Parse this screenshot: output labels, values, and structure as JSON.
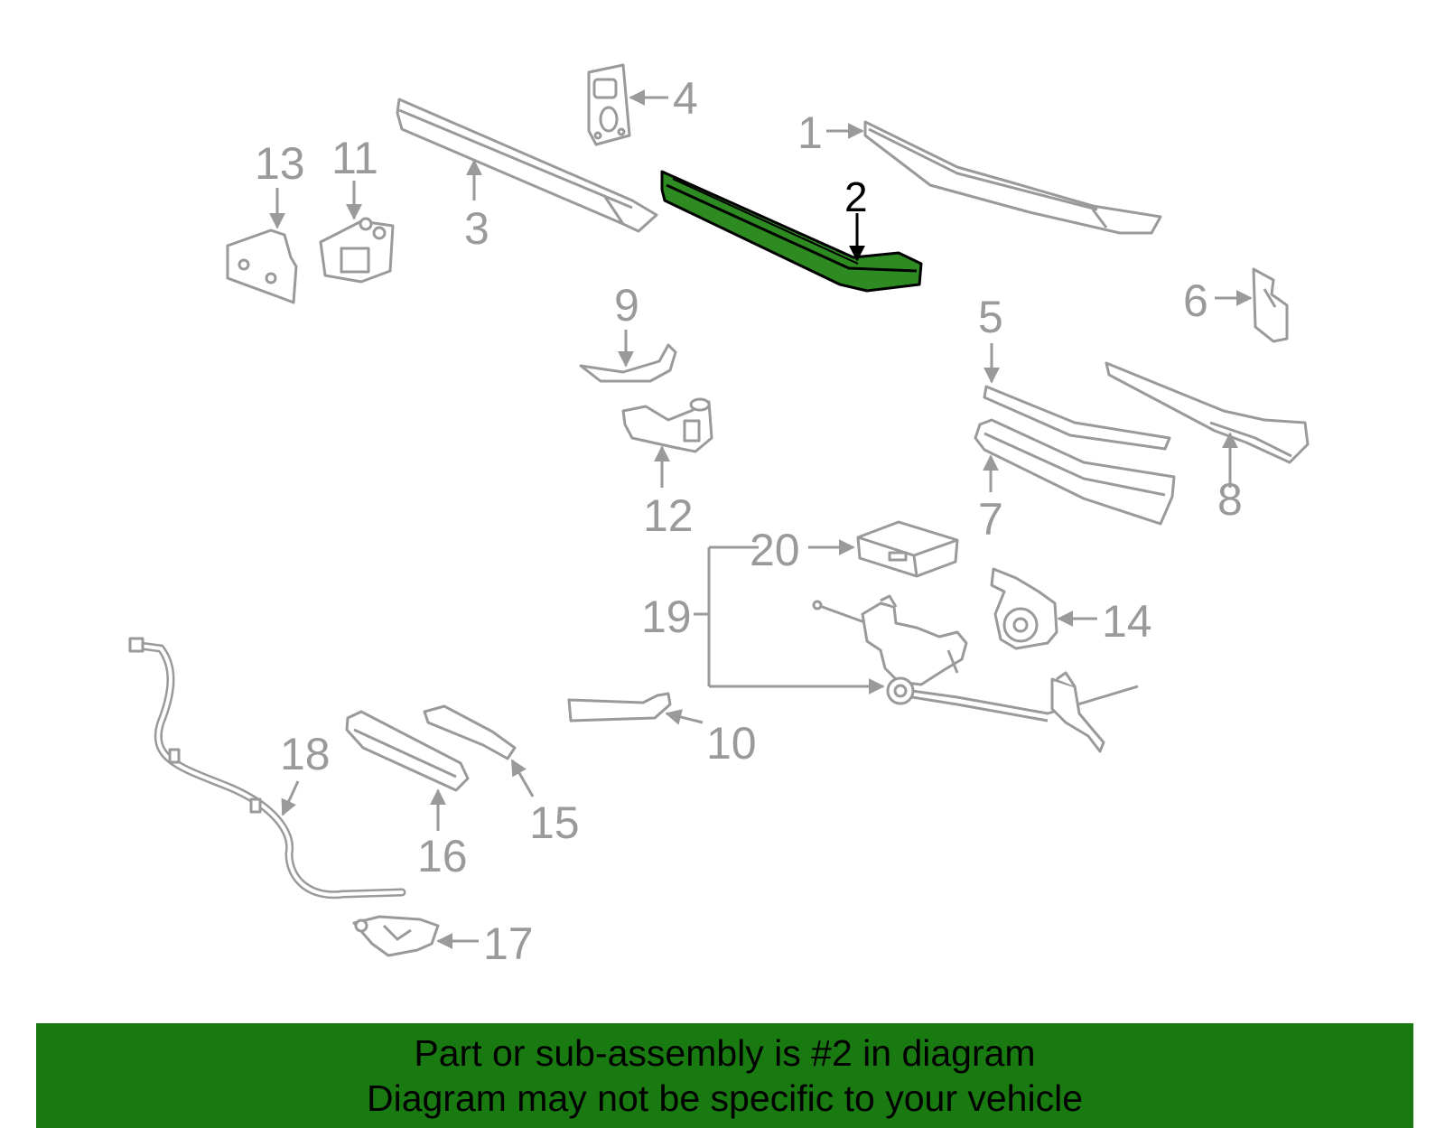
{
  "diagram": {
    "highlight_color": "#2e8b22",
    "part_color": "#9a9a9a",
    "callouts": {
      "c1": "1",
      "c2": "2",
      "c3": "3",
      "c4": "4",
      "c5": "5",
      "c6": "6",
      "c7": "7",
      "c8": "8",
      "c9": "9",
      "c10": "10",
      "c11": "11",
      "c12": "12",
      "c13": "13",
      "c14": "14",
      "c15": "15",
      "c16": "16",
      "c17": "17",
      "c18": "18",
      "c19": "19",
      "c20": "20"
    }
  },
  "banner": {
    "background": "#1a7a12",
    "line1": "Part or sub-assembly is #2 in diagram",
    "line2": "Diagram may not be specific to your vehicle"
  }
}
